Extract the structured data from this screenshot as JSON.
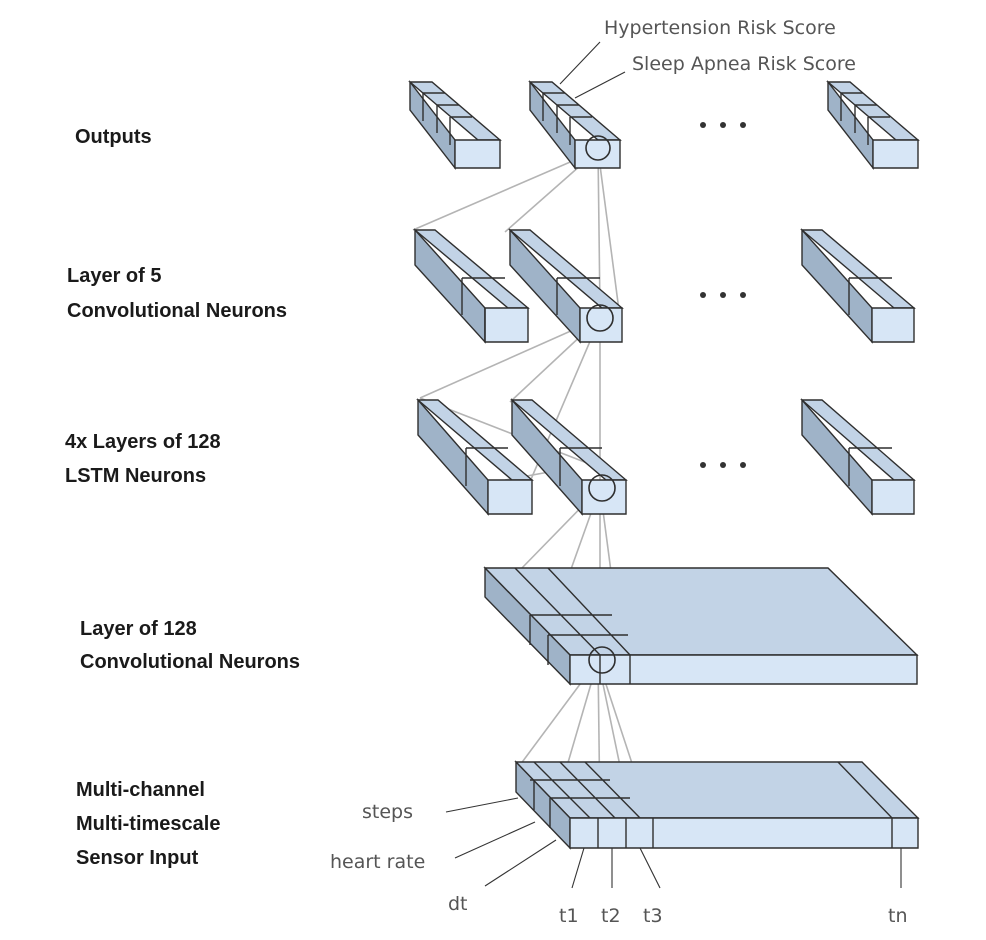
{
  "layers": [
    {
      "id": "outputs",
      "label_lines": [
        "Outputs"
      ]
    },
    {
      "id": "conv5",
      "label_lines": [
        "Layer of 5",
        "Convolutional Neurons"
      ]
    },
    {
      "id": "lstm",
      "label_lines": [
        "4x Layers of 128",
        "LSTM Neurons"
      ]
    },
    {
      "id": "conv128",
      "label_lines": [
        "Layer of 128",
        "Convolutional Neurons"
      ]
    },
    {
      "id": "input",
      "label_lines": [
        "Multi-channel",
        "Multi-timescale",
        "Sensor Input"
      ]
    }
  ],
  "output_annotations": [
    "Hypertension Risk Score",
    "Sleep Apnea Risk Score"
  ],
  "input_channels": [
    "steps",
    "heart rate",
    "dt"
  ],
  "time_steps": [
    "t1",
    "t2",
    "t3",
    "tn"
  ],
  "colors": {
    "box_front": "#d7e6f6",
    "box_top": "#c2d3e6",
    "box_side": "#9fb3c8",
    "connections": "#b4b4b4"
  }
}
